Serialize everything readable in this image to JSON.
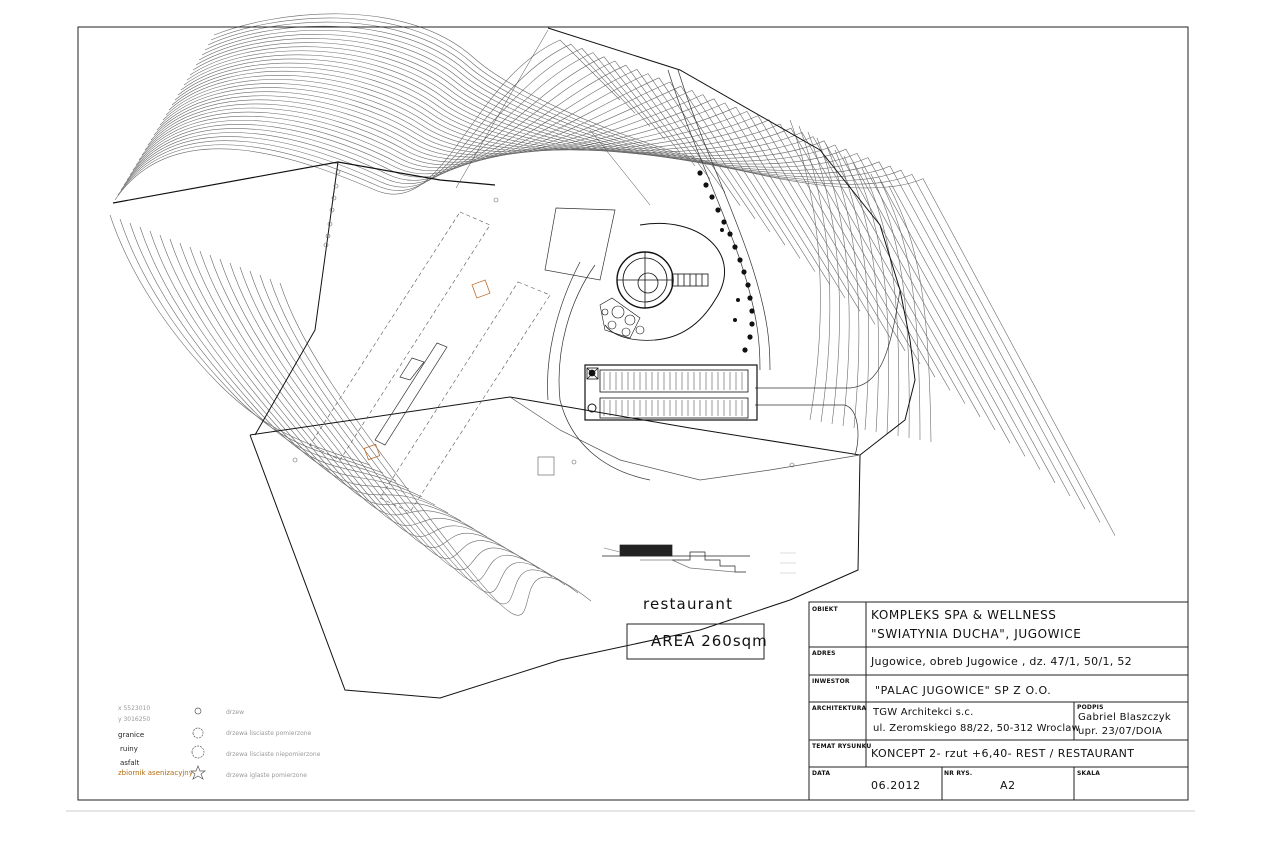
{
  "labels": {
    "restaurant": "restaurant",
    "area": "AREA 260sqm"
  },
  "title_block": {
    "obiekt_label": "OBIEKT",
    "obiekt_line1": "KOMPLEKS SPA & WELLNESS",
    "obiekt_line2": "\"SWIATYNIA DUCHA\", JUGOWICE",
    "adres_label": "ADRES",
    "adres_value": "Jugowice, obreb Jugowice , dz. 47/1, 50/1, 52",
    "inwestor_label": "INWESTOR",
    "inwestor_value": "\"PALAC JUGOWICE\" SP Z O.O.",
    "architektura_label": "ARCHITEKTURA",
    "architektura_line1": "TGW Architekci s.c.",
    "architektura_line2": "ul. Zeromskiego 88/22, 50-312 Wroclaw",
    "podpis_label": "PODPIS",
    "podpis_line1": "Gabriel Blaszczyk",
    "podpis_line2": "upr. 23/07/DOIA",
    "temat_label": "TEMAT RYSUNKU",
    "temat_value": "KONCEPT 2- rzut  +6,40- REST / RESTAURANT",
    "data_label": "DATA",
    "data_value": "06.2012",
    "nr_label": "NR RYS.",
    "nr_value": "A2",
    "skala_label": "SKALA",
    "skala_value": ""
  },
  "legend": {
    "coord1": "x 5523010",
    "coord2": "y 3016250",
    "granice": "granice",
    "ruiny": "ruiny",
    "asfalt": "asfalt",
    "zbiornik": "zbiornik asenizacyjny",
    "tree_label": "drzew",
    "tree_decid": "drzewa lisciaste pomierzone",
    "tree_decid2": "drzewa lisciaste niepomierzone",
    "tree_conif": "drzewa iglaste pomierzone",
    "zbiornik_color": "#b06a10"
  }
}
